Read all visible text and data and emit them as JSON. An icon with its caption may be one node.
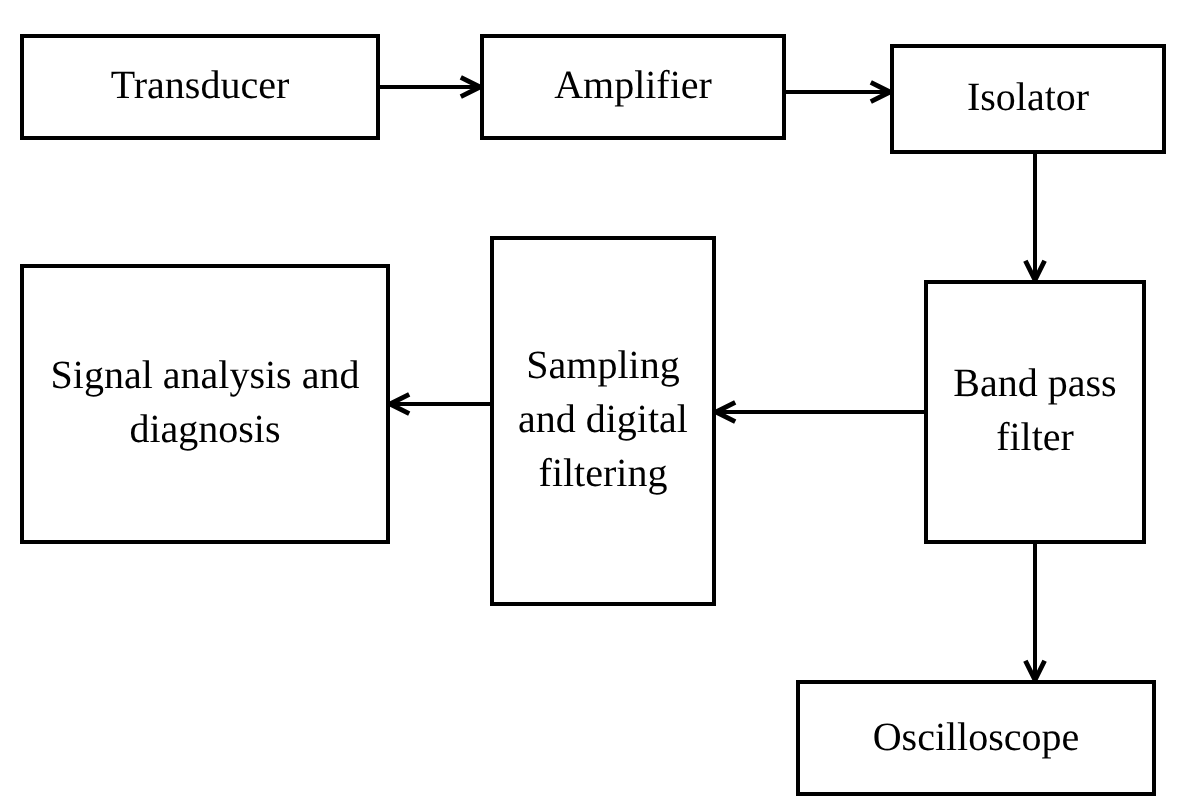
{
  "diagram": {
    "nodes": [
      {
        "text": [
          "Transducer"
        ]
      },
      {
        "text": [
          "Amplifier"
        ]
      },
      {
        "text": [
          "Isolator"
        ]
      },
      {
        "text": [
          "Band pass filter"
        ]
      },
      {
        "text": [
          "Sampling and digital filtering"
        ]
      },
      {
        "text": [
          "Signal analysis and diagnosis"
        ]
      },
      {
        "text": [
          "Oscilloscope"
        ]
      }
    ],
    "edges": [
      {
        "from": 0,
        "to": 1,
        "arrow": "to"
      },
      {
        "from": 1,
        "to": 2,
        "arrow": "to"
      },
      {
        "from": 2,
        "to": 3,
        "arrow": "to"
      },
      {
        "from": 3,
        "to": 4,
        "arrow": "to"
      },
      {
        "from": 4,
        "to": 5,
        "arrow": "to"
      },
      {
        "from": 3,
        "to": 6,
        "arrow": "to"
      }
    ]
  }
}
